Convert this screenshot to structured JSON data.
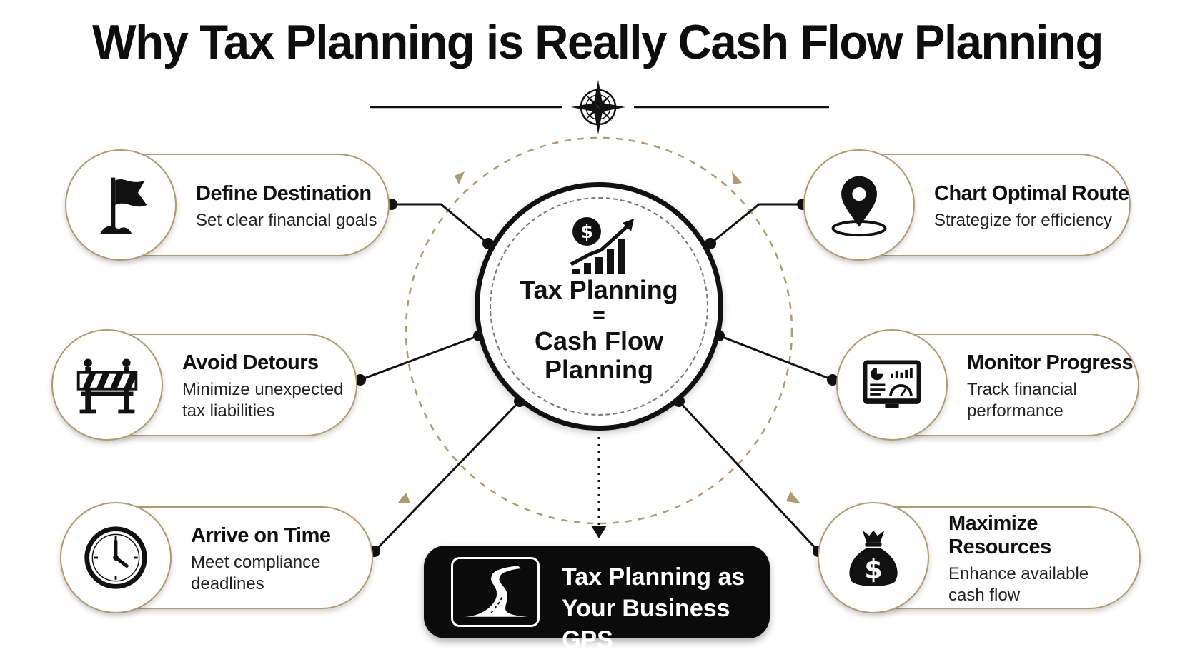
{
  "title": "Why Tax Planning is Really Cash Flow Planning",
  "center": {
    "line1": "Tax Planning",
    "equals": "=",
    "line2": "Cash Flow",
    "line3": "Planning"
  },
  "cards": {
    "define": {
      "head": "Define Destination",
      "sub1": "Set clear financial goals",
      "icon": "flag-icon"
    },
    "avoid": {
      "head": "Avoid Detours",
      "sub1": "Minimize unexpected",
      "sub2": "tax liabilities",
      "icon": "road-barrier-icon"
    },
    "arrive": {
      "head": "Arrive on Time",
      "sub1": "Meet compliance",
      "sub2": "deadlines",
      "icon": "clock-icon"
    },
    "chart": {
      "head": "Chart Optimal Route",
      "sub1": "Strategize for efficiency",
      "icon": "map-pin-icon"
    },
    "monitor": {
      "head": "Monitor Progress",
      "sub1": "Track financial",
      "sub2": "performance",
      "icon": "dashboard-icon"
    },
    "maximize": {
      "head": "Maximize Resources",
      "sub1": "Enhance available",
      "sub2": "cash flow",
      "icon": "money-bag-icon"
    }
  },
  "gps": {
    "line1": "Tax Planning as",
    "line2": "Your Business GPS",
    "icon": "road-sign-icon"
  },
  "colors": {
    "accent": "#b09a72",
    "ink": "#111111",
    "dark_box": "#0b0b0b"
  }
}
